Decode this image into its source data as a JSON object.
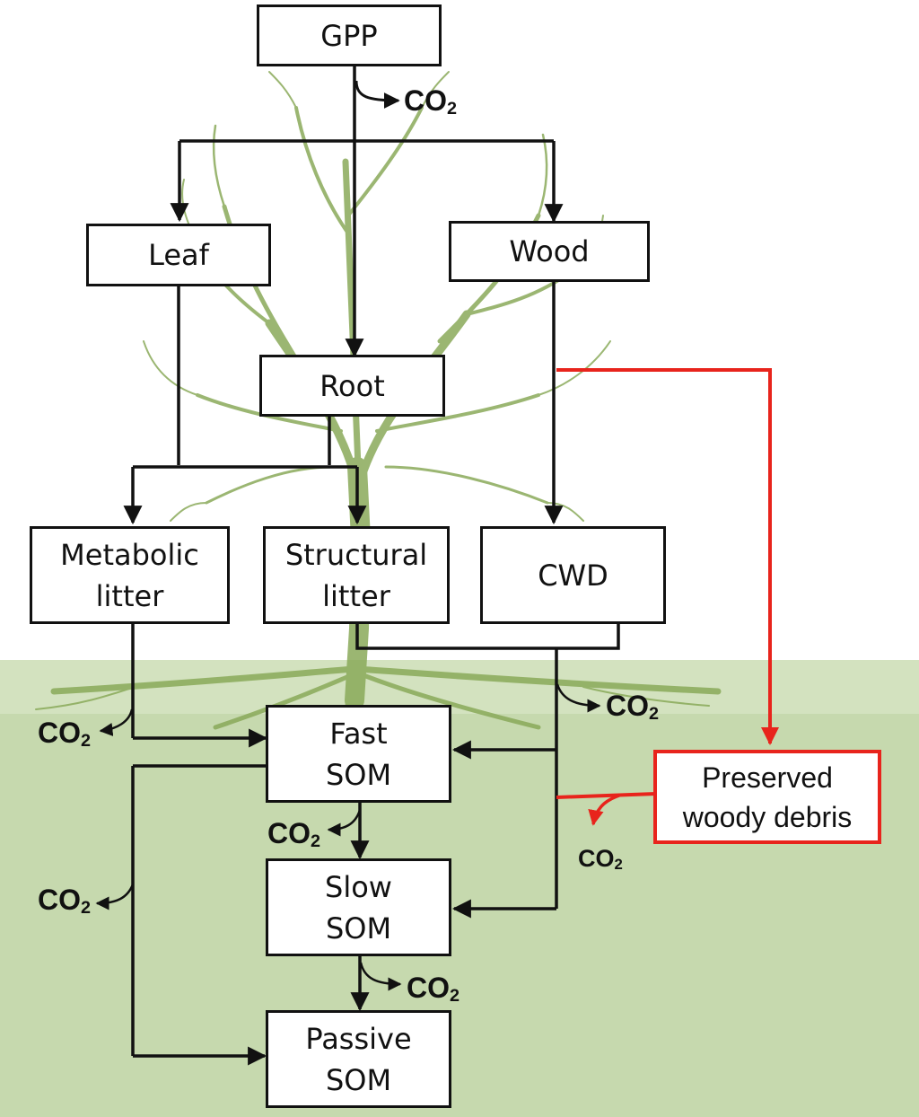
{
  "nodes": {
    "gpp": "GPP",
    "leaf": "Leaf",
    "wood": "Wood",
    "root": "Root",
    "metabolic_litter": [
      "Metabolic",
      "litter"
    ],
    "structural_litter": [
      "Structural",
      "litter"
    ],
    "cwd": "CWD",
    "fast_som": [
      "Fast",
      "SOM"
    ],
    "slow_som": [
      "Slow",
      "SOM"
    ],
    "passive_som": [
      "Passive",
      "SOM"
    ],
    "preserved_woody_debris": [
      "Preserved",
      "woody debris"
    ]
  },
  "co2_label": {
    "base": "CO",
    "subscript": "2"
  },
  "colors": {
    "outline": "#111111",
    "highlight": "#e8241c",
    "tree": "#8aaa5a",
    "soil": "#c6d9ae"
  }
}
